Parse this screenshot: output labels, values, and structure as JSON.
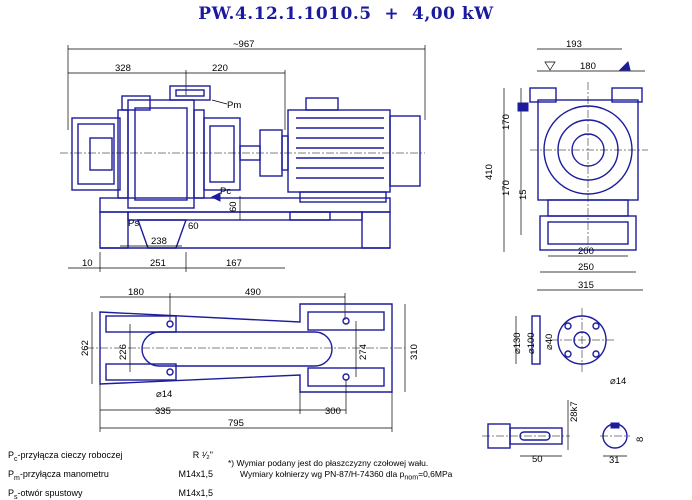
{
  "title": "PW.4.12.1.1010.5  +  4,00 kW",
  "dimensions": {
    "side_view": {
      "overall_length": "~967",
      "pump_part": "328",
      "to_motor": "220",
      "left_overhang": "10",
      "base_pump": "251",
      "base_motor": "167",
      "foot_spacing": "238",
      "foot_right": "60",
      "pc_height": "60"
    },
    "end_view": {
      "top_width": "193",
      "flange_offset": "180",
      "height_total": "410",
      "upper_half": "170",
      "lower_half": "170",
      "base_offset": "15",
      "foot_inner": "200",
      "foot_outer": "250",
      "base_width": "315"
    },
    "plan_view": {
      "slot_offset": "180",
      "slot_span": "490",
      "width_left": "262",
      "inner_left": "226",
      "inner_right": "274",
      "width_right": "310",
      "hole_diameter": "⌀14",
      "pump_span": "335",
      "motor_slot": "300",
      "total_length": "795"
    },
    "flange": {
      "outer": "⌀130",
      "bolt_circle": "⌀100",
      "bore": "⌀40",
      "hole": "⌀14"
    },
    "shaft": {
      "fit": "28k7",
      "key_length": "50",
      "key_width": "8",
      "shaft_height": "31"
    }
  },
  "labels": {
    "pm": "Pm",
    "pc": "Pc",
    "ps": "Ps"
  },
  "legend": [
    {
      "symbol": "P",
      "sub": "c",
      "text": "-przyłącza cieczy roboczej",
      "thread": "R ¹⁄₂\""
    },
    {
      "symbol": "P",
      "sub": "m",
      "text": "-przyłącza manometru",
      "thread": "M14x1,5"
    },
    {
      "symbol": "P",
      "sub": "s",
      "text": "-otwór spustowy",
      "thread": "M14x1,5"
    }
  ],
  "notes": {
    "line1": "*) Wymiar podany jest do płaszczyzny czołowej wału.",
    "line2_prefix": "Wymiary kołnierzy wg PN-87/H-74360 dla p",
    "line2_sub": "nom",
    "line2_suffix": "=0,6MPa"
  },
  "colors": {
    "ink": "#1c1c9c",
    "title": "#1a1aa0"
  }
}
